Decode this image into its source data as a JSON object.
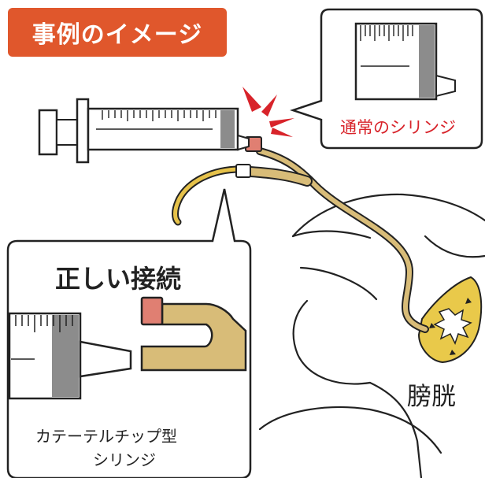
{
  "title": "事例のイメージ",
  "callouts": {
    "normal_syringe": "通常のシリンジ",
    "correct_connection": "正しい接続",
    "catheter_tip_line1": "カテーテルチップ型",
    "catheter_tip_line2": "シリンジ"
  },
  "anatomy": {
    "bladder": "膀胱"
  },
  "colors": {
    "title_bg": "#e0572c",
    "warning_red": "#d8232a",
    "catheter_tan": "#d8bc78",
    "catheter_yellow": "#e6c24a",
    "bladder_fill": "#e9c94a",
    "port_pink": "#e07f72",
    "syringe_gray": "#8c8c8c"
  }
}
